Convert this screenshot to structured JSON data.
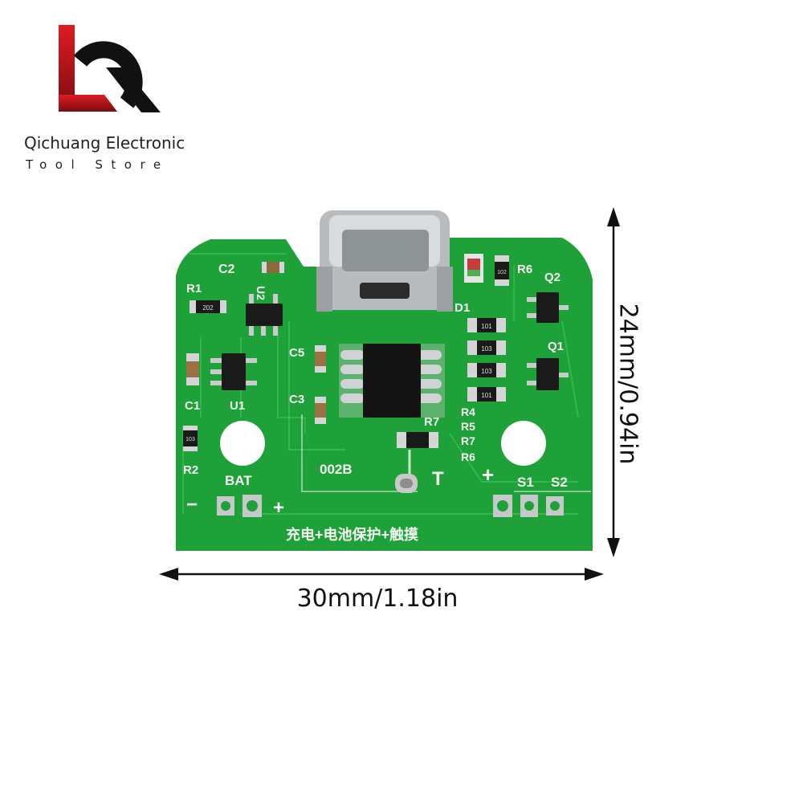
{
  "brand": {
    "logo_letters": "LQ",
    "name": "Qichuang Electronic",
    "subtitle": "Tool Store",
    "colors": {
      "red": "#c4161c",
      "black": "#111111"
    }
  },
  "dimensions": {
    "width": "30mm/1.18in",
    "height": "24mm/0.94in"
  },
  "board": {
    "color": "#1fa33a",
    "model": "002B",
    "caption": "充电+电池保护+触摸",
    "labels": {
      "c2": "C2",
      "r1": "R1",
      "r1_code": "202",
      "u2": "U2",
      "c5": "C5",
      "c3": "C3",
      "c1": "C1",
      "u1": "U1",
      "r2": "R2",
      "r2_code": "103",
      "d1": "D1",
      "r6": "R6",
      "r6_code": "102",
      "q2": "Q2",
      "q1": "Q1",
      "r4": "R4",
      "r5": "R5",
      "r7": "R7",
      "r6b": "R6",
      "r7_top": "R7",
      "res_code_1": "101",
      "res_code_2": "103",
      "res_code_3": "103",
      "res_code_4": "101",
      "bat": "BAT",
      "minus": "−",
      "plus_left": "+",
      "t": "T",
      "plus_right": "+",
      "s1": "S1",
      "s2": "S2"
    }
  }
}
